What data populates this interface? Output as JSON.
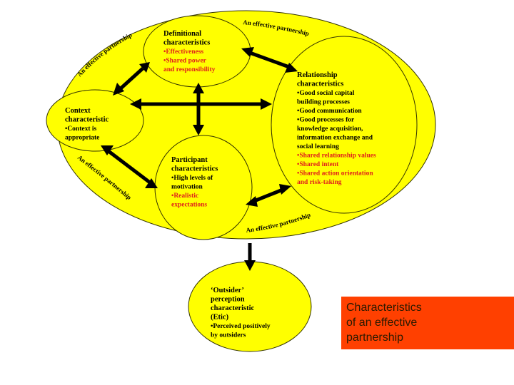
{
  "outer_label": "An effective partnership",
  "definitional": {
    "title": [
      "Definitional",
      "characteristics"
    ],
    "items": [
      {
        "text": "Effectiveness",
        "color": "red"
      },
      {
        "text": "Shared power",
        "color": "red",
        "cont": "and responsibility"
      }
    ]
  },
  "relationship": {
    "title": [
      "Relationship",
      "characteristics"
    ],
    "items": [
      {
        "lines": [
          "Good social capital",
          "building processes"
        ],
        "color": "black"
      },
      {
        "lines": [
          "Good communication"
        ],
        "color": "black"
      },
      {
        "lines": [
          "Good processes for",
          "knowledge acquisition,",
          "information exchange and",
          "social learning"
        ],
        "color": "black"
      },
      {
        "lines": [
          "Shared relationship values"
        ],
        "color": "red"
      },
      {
        "lines": [
          "Shared intent"
        ],
        "color": "red"
      },
      {
        "lines": [
          "Shared action orientation",
          "and risk-taking"
        ],
        "color": "red"
      }
    ]
  },
  "context": {
    "title": [
      "Context",
      "characteristic"
    ],
    "items": [
      {
        "lines": [
          "Context is",
          "appropriate"
        ],
        "color": "black"
      }
    ]
  },
  "participant": {
    "title": [
      "Participant",
      "characteristics"
    ],
    "items": [
      {
        "lines": [
          "High levels of",
          "motivation"
        ],
        "color": "black"
      },
      {
        "lines": [
          "Realistic",
          "expectations"
        ],
        "color": "red"
      }
    ]
  },
  "outsider": {
    "title": [
      "‘Outsider’",
      "perception",
      "characteristic",
      "(Etic)"
    ],
    "items": [
      {
        "lines": [
          "Perceived positively",
          "by outsiders"
        ],
        "color": "black"
      }
    ]
  },
  "callout_text": "Characteristics\nof an effective\npartnership",
  "colors": {
    "ellipse_fill": "#ffff00",
    "stroke": "#333300",
    "red_text": "#e0201c",
    "callout_bg": "#ff4000"
  }
}
